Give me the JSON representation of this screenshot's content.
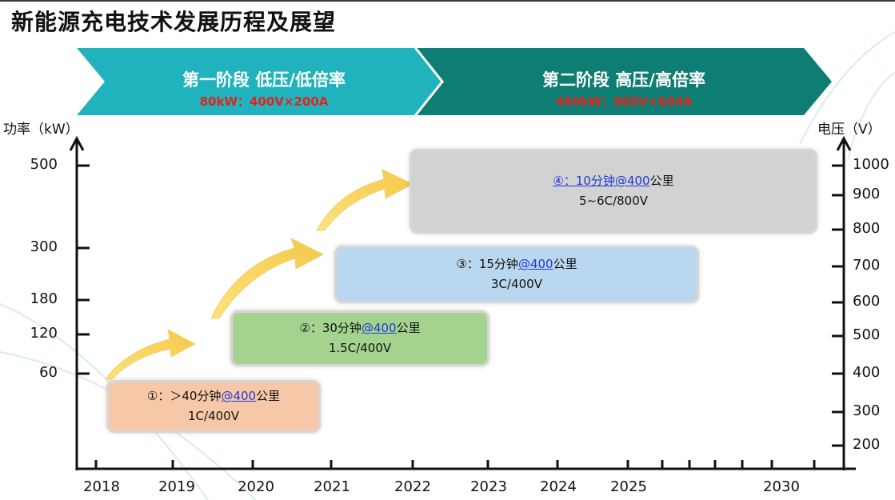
{
  "title": "新能源充电技术发展历程及展望",
  "phases": [
    {
      "title": "第一阶段 低压/低倍率",
      "spec": "80kW：400V×200A",
      "color": "#20b3bd"
    },
    {
      "title": "第二阶段 高压/高倍率",
      "spec": "480kW：800V×600A",
      "color": "#0e7d73"
    }
  ],
  "axes": {
    "left_label": "功率（kW）",
    "right_label": "电压（V）",
    "left_ticks": [
      "500",
      "300",
      "180",
      "120",
      "60"
    ],
    "right_ticks": [
      "1000",
      "900",
      "800",
      "700",
      "600",
      "500",
      "400",
      "300",
      "200"
    ],
    "x_ticks": [
      "2018",
      "2019",
      "2020",
      "2021",
      "2022",
      "2023",
      "2024",
      "2025",
      "2030"
    ]
  },
  "stages": [
    {
      "num": "①：",
      "time": "＞40分钟",
      "range": "@400",
      "unit": "公里",
      "spec": "1C/400V",
      "color": "#f6c8a8"
    },
    {
      "num": "②：",
      "time": "30分钟",
      "range": "@400",
      "unit": "公里",
      "spec": "1.5C/400V",
      "color": "#a3d38e"
    },
    {
      "num": "③：",
      "time": "15分钟",
      "range": "@400",
      "unit": "公里",
      "spec": "3C/400V",
      "color": "#b9d7ee"
    },
    {
      "num": "④：",
      "time": "10分钟",
      "range": "@400",
      "unit": "公里",
      "spec": "5~6C/800V",
      "color": "#d2d2d2"
    }
  ]
}
